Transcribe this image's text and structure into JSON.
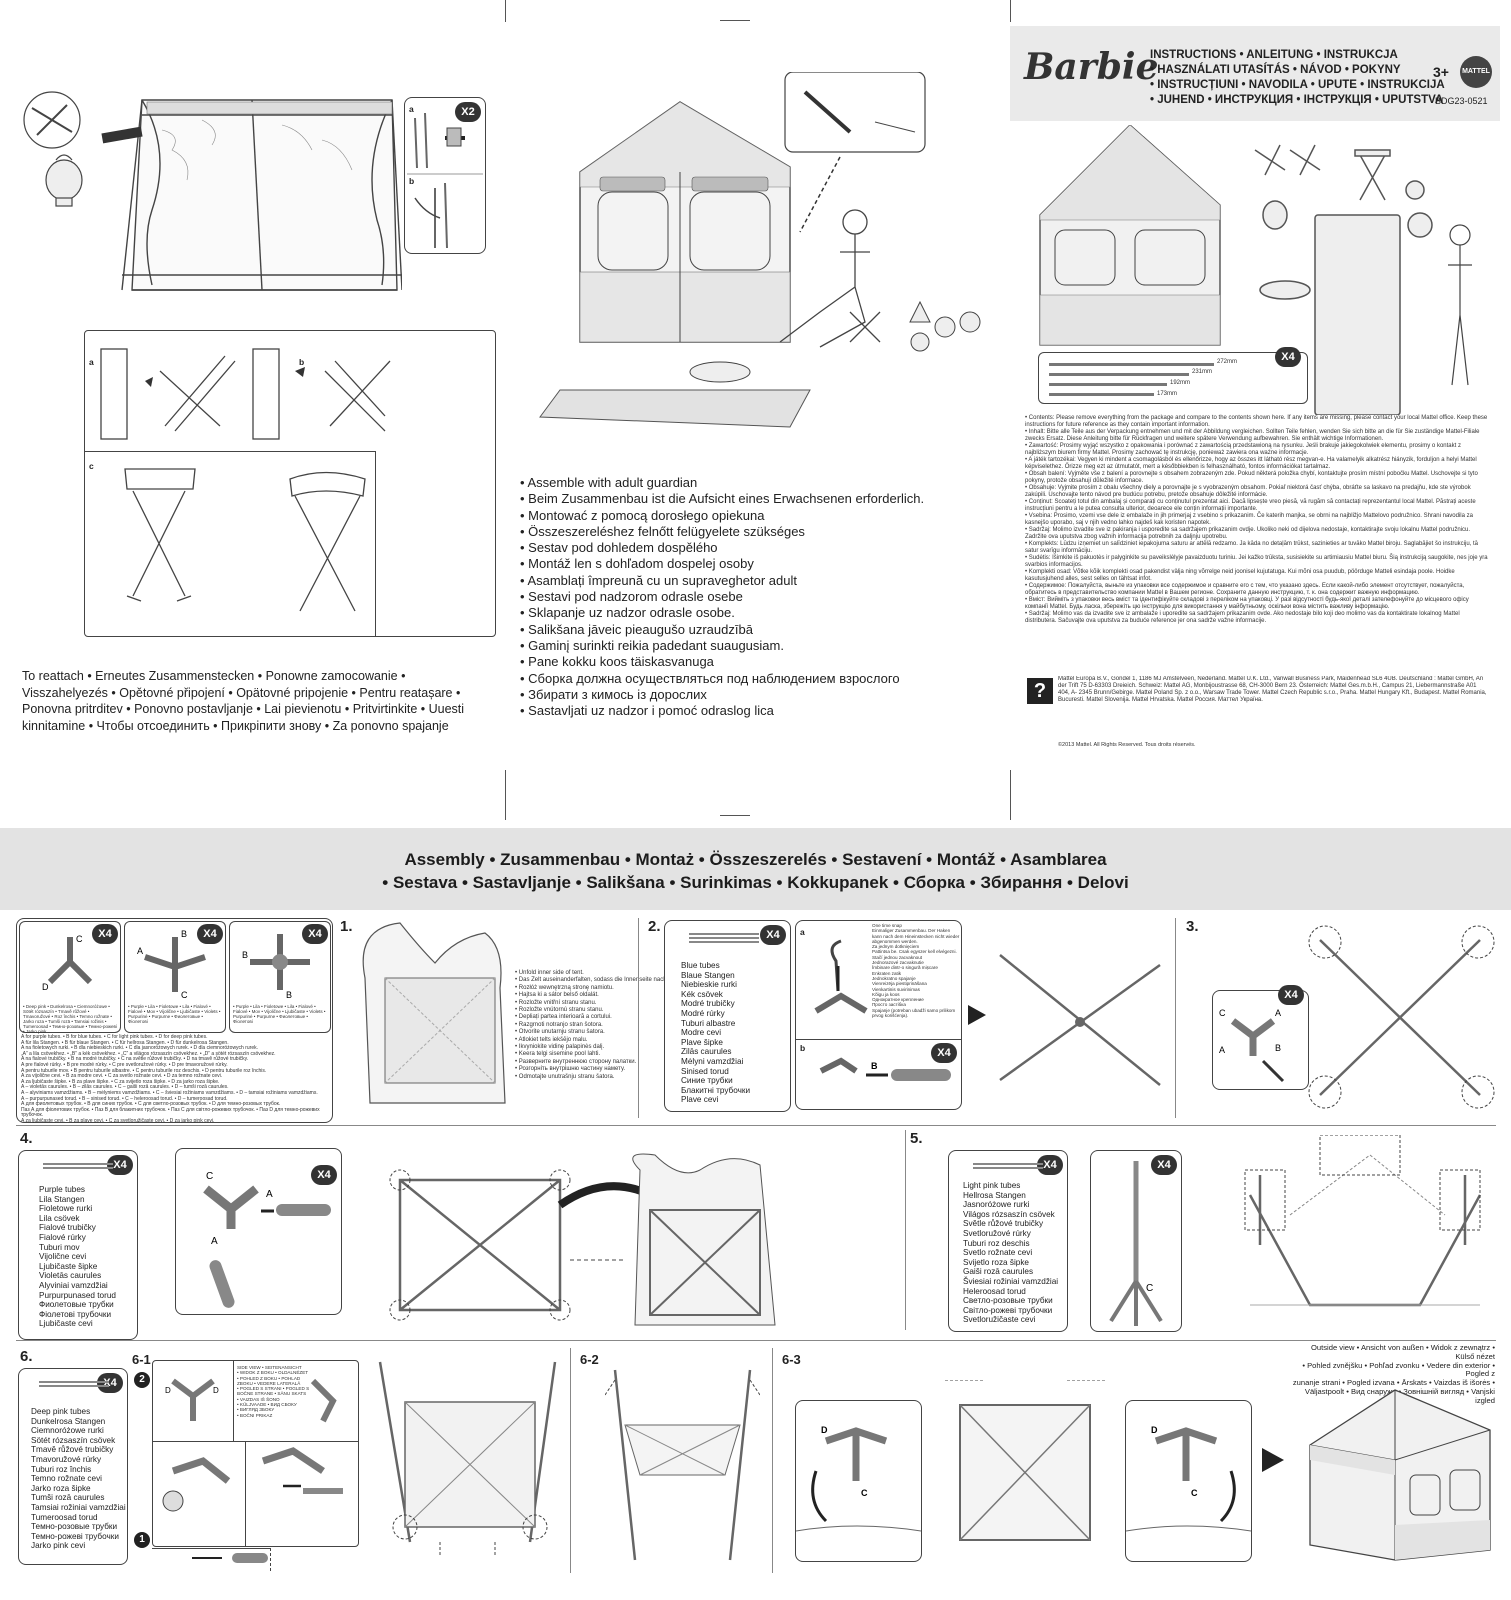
{
  "brand": {
    "logo_text": "Barbie",
    "age": "3+",
    "maker_logo": "MATTEL",
    "product_code": "BDG23-0521"
  },
  "header": {
    "lines": [
      "INSTRUCTIONS • ANLEITUNG • INSTRUKCJA",
      "• HASZNÁLATI UTASÍTÁS • NÁVOD • POKYNY",
      "• INSTRUCȚIUNI • NAVODILA • UPUTE • INSTRUKCIJA",
      "• JUHEND • ИНСТРУКЦИЯ • ІНСТРУКЦІЯ • UPUTSTVA"
    ]
  },
  "badges": {
    "x2": "X2",
    "x4": "X4"
  },
  "reattach": {
    "steps": [
      "a",
      "b",
      "c"
    ],
    "text": "To reattach • Erneutes Zusammenstecken • Ponowne zamocowanie • Visszahelyezés • Opětovné připojení • Opätovné pripojenie • Pentru reatașare • Ponovna pritrditev • Ponovno postavljanje • Lai pievienotu • Pritvirtinkite • Uuesti kinnitamine • Чтобы отсоединить • Прикріпити знову • Za ponovno spajanje"
  },
  "guardian": [
    "Assemble with adult guardian",
    "Beim Zusammenbau ist die Aufsicht eines Erwachsenen erforderlich.",
    "Montować z pomocą dorosłego opiekuna",
    "Összeszereléshez felnőtt felügyelete szükséges",
    "Sestav pod dohledem dospělého",
    "Montáž len s dohľadom dospelej osoby",
    "Asamblați împreună cu un supraveghetor adult",
    "Sestavi pod nadzorom odrasle osebe",
    "Sklapanje uz nadzor odrasle osobe.",
    "Salikšana jāveic pieaugušo uzraudzībā",
    "Gaminį surinkti reikia padedant suaugusiam.",
    "Pane kokku koos täiskasvanuga",
    "Сборка должна осуществляться под наблюдением взрослого",
    "Збирати з кимось із дорослих",
    "Sastavljati uz nadzor i pomoć odraslog lica"
  ],
  "tubes": {
    "lengths": [
      "272mm",
      "231mm",
      "192mm",
      "173mm"
    ]
  },
  "legal": {
    "paragraphs": [
      "• Contents: Please remove everything from the package and compare to the contents shown here. If any items are missing, please contact your local Mattel office. Keep these instructions for future reference as they contain important information.",
      "• Inhalt: Bitte alle Teile aus der Verpackung entnehmen und mit der Abbildung vergleichen. Sollten Teile fehlen, wenden Sie sich bitte an die für Sie zuständige Mattel-Filiale zwecks Ersatz. Diese Anleitung bitte für Rückfragen und weitere spätere Verwendung aufbewahren. Sie enthält wichtige Informationen.",
      "• Zawartość: Prosimy wyjąć wszystko z opakowania i porównać z zawartością przedstawioną na rysunku. Jeśli brakuje jakiegokolwiek elementu, prosimy o kontakt z najbliższym biurem firmy Mattel. Prosimy zachować tę instrukcję, ponieważ zawiera ona ważne informacje.",
      "• A játék tartozékai: Vegyen ki mindent a csomagolásból és ellenőrizze, hogy az összes itt látható rész megvan-e. Ha valamelyik alkatrész hiányzik, forduljon a helyi Mattel képviselethez. Őrizze meg ezt az útmutatót, mert a későbbiekben is felhasználható, fontos információkat tartalmaz.",
      "• Obsah balení: Vyjměte vše z balení a porovnejte s obsahem zobrazeným zde. Pokud některá položka chybí, kontaktujte prosím místní pobočku Mattel. Uschovejte si tyto pokyny, protože obsahují důležité informace.",
      "• Obsahuje: Vyjmite prosím z obalu všechny diely a porovnajte je s vyobrazeným obsahom. Pokiaľ niektorá časť chýba, obráťte sa laskavo na predajňu, kde ste výrobok zakúpili. Uschovajte tento návod pre budúcu potrebu, pretože obsahuje dôležité informácie.",
      "• Conținut: Scoateți totul din ambalaj și comparați cu conținutul prezentat aici. Dacă lipsește vreo piesă, vă rugăm să contactați reprezentantul local Mattel. Păstrați aceste instrucțiuni pentru a le putea consulta ulterior, deoarece ele conțin informații importante.",
      "• Vsebina: Prosimo, vzemi vse dele iz embalaže in jih primerjaj z vsebino s prikazanim. Če katerih manjka, se obrni na najbližjo Mattelovo podružnico. Shrani navodila za kasnejšo uporabo, saj v njih vedno lahko najdeš kak koristen napotek.",
      "• Sadržaj: Molimo izvadite sve iz pakiranja i usporedite sa sadržajem prikazanim ovdje. Ukoliko neki od dijelova nedostaje, kontaktirajte svoju lokalnu Mattel podružnicu. Zadržite ova uputstva zbog važnih informacija potrebnih za daljnju upotrebu.",
      "• Komplekts: Lūdzu izņemiet un salīdziniet iepakojuma saturu ar attēlā redzamo. Ja kāda no detaļām trūkst, sazinieties ar tuvāko Mattel biroju. Saglabājiet šo instrukciju, tā satur svarīgu informāciju.",
      "• Sudėtis: Išimkite iš pakuotės ir palyginkite su paveikslėlyje pavaizduotu turiniu. Jei kažko trūksta, susisiekite su artimiausiu Mattel biuru. Šią instrukciją saugokite, nes joje yra svarbios informacijos.",
      "• Komplekti osad: Võtke kõik komplekti osad pakendist välja ning võrrelge neid joonisel kujutatuga. Kui mõni osa puudub, pöörduge Matteli esindaja poole. Hoidke kasutusjuhend alles, sest selles on tähtsat infot.",
      "• Содержимое: Пожалуйста, выньте из упаковки все содержимое и сравните его с тем, что указано здесь. Если какой-либо элемент отсутствует, пожалуйста, обратитесь в представительство компании Mattel в Вашем регионе. Сохраните данную инструкцию, т. к. она содержит важную информацию.",
      "• Вміст: Вийміть з упаковки весь вміст та ідентифікуйте складові з переліком на упаковці. У разі відсутності будь-якої деталі зателефонуйте до місцевого офісу компанії Mattel. Будь ласка, збережіть цю інструкцію для використання у майбутньому, оскільки вона містить важливу інформацію.",
      "• Sadržaj: Molimo vas da izvadite sve iz ambalaže i uporedite sa sadržajem prikazanim ovde. Ako nedostaje bilo koji deo molimo vas da kontaktirate lokalnog Mattel distributera. Sačuvajte ova uputstva za buduće reference jer ona sadrže važne informacije."
    ],
    "address": "Mattel Europa B.V., Gondel 1, 1186 MJ Amstelveen, Nederland. Mattel U.K. Ltd., Vanwall Business Park, Maidenhead SL6 4UB. Deutschland : Mattel GmbH, An der Trift 75 D-63303 Dreieich. Schweiz: Mattel AG, Monbijoustrasse 68, CH-3000 Bern 23. Österreich: Mattel Ges.m.b.H., Campus 21, Liebermannstraße A01 404, A- 2345 Brunn/Gebirge. Mattel Poland Sp. z o.o., Warsaw Trade Tower. Mattel Czech Republic s.r.o., Praha. Mattel Hungary Kft., Budapest. Mattel Romania, Bucuresti. Mattel Slovenija. Mattel Hrvatska. Мattel Россия. Маттел Україна.",
    "copyright": "©2013 Mattel. All Rights Reserved. Tous droits réservés."
  },
  "banner": {
    "line1": "Assembly • Zusammenbau • Montaż • Összeszerelés • Sestavení • Montáž • Asamblarea",
    "line2": "• Sestava • Sastavljanje • Salikšana • Surinkimas • Kokkupanek • Сборка • Збирання • Delovi"
  },
  "connectors": {
    "deep_pink": "• Deep pink • Dunkelrosa • Ciemnoróżowe • Sötét rózsaszín • Tmavě růžové • Tmavoružové • Roz închis • Temno rožnate • Jarko roza • Tumši rozā • Tamsiai rožinis • Tumeroosad • Темно-розовые • Темно-рожеві • Jarko pink",
    "purple_blue": "• Purple • Lila • Fioletowe • Lila • Fialové • Fialové • Mov • Vijolične • Ljubičaste • Violets • Purpurinė • Purpurne • Фиолетовые • Фіолетові",
    "pink_light": "• Purple • Lila • Fioletowe • Lila • Fialové • Fialové • Mov • Vijolične • Ljubičaste • Violets • Purpurinė • Purpurne • Фиолетовые • Фіолетові",
    "legend": [
      "A for purple tubes. • B for blue tubes. • C for light pink tubes. • D for deep pink tubes.",
      "A für lila Stangen. • B für blaue Stangen. • C für hellrosa Stangen. • D für dunkelrosa Stangen.",
      "A na fioletowych rurki. • B dla niebieskich rurki. • C dla jasnoróżowych rurek. • D dla ciemnoróżowych rurek.",
      "„A” a lila csövekhez. • „B” a kék csövekhez. • „C” a világos rózsaszín csövekhez. • „D” a sötét rózsaszín csövekhez.",
      "A na fialové trubičky. • B na modré trubičky. • C na světle růžové trubičky. • D na tmavě růžové trubičky.",
      "A pre fialové rúrky. • B pre modré rúrky. • C pre svetloružové rúrky. • D pre tmavoružové rúrky.",
      "A pentru tuburile mov. • B pentru tuburile albastre. • C pentru tuburile roz deschis. • D pentru tuburile roz închis.",
      "A za vijolične cevi. • B za modre cevi. • C za svetlo rožnate cevi. • D za temno rožnate cevi.",
      "A za ljubičaste šipke. • B za plave šipke. • C za svijetlo roza šipke. • D za jarko roza šipke.",
      "A – violetās caurules. • B – zilās caurules. • C – gaiši rozā caurules. • D – tumši rozā caurules.",
      "A – alyviniams vamzdžiams. • B – mėlyniems vamzdžiams. • C – šviesiai rožiniams vamzdžiams. • D – tamsiai rožiniams vamzdžiams.",
      "A – purpurpunased torud. • B – sinised torud. • C – heleroosad torud. • D – tumeroosad torud.",
      "А для фиолетовых трубок. • В для синих трубок. • С для светло-розовых трубок. • D для темно-розовых трубок.",
      "Паз А для фіолетових трубок. • Паз В для блакитних трубочок. • Паз С для світло-рожевих трубочок. • Паз D для темно-рожевих трубочок.",
      "A za ljubičaste cevi. • B za plave cevi. • C za svetloružičaste cevi. • D za jarko pink cevi."
    ]
  },
  "steps": {
    "s1": {
      "num": "1.",
      "items": [
        "Unfold inner side of tent.",
        "Das Zelt auseinanderfalten, sodass die Innenseite nach oben zeigt.",
        "Rozłóż wewnętrzną stronę namiotu.",
        "Hajtsa ki a sátor belső oldalát.",
        "Rozložte vnitřní stranu stanu.",
        "Rozložte vnútornú stranu stanu.",
        "Depliați partea interioară a cortului.",
        "Razgrnoti notranjo stran šotora.",
        "Otvorite unutarnju stranu šatora.",
        "Atlokiet telts iekšējo malu.",
        "Ikvyniokite vidinę palapinės dalį.",
        "Keera telgi sisemine pool lahti.",
        "Разверните внутреннюю сторону палатки.",
        "Розгорніть внутрішню частину намету.",
        "Odmotajte unutrašnju stranu šatora."
      ]
    },
    "s2": {
      "num": "2.",
      "tube_list": [
        "Blue tubes",
        "Blaue Stangen",
        "Niebieskie rurki",
        "Kék csövek",
        "Modré trubičky",
        "Modré rúrky",
        "Tuburi albastre",
        "Modre cevi",
        "Plave šipke",
        "Zilās caurules",
        "Mėlyni vamzdžiai",
        "Sinised torud",
        "Синие трубки",
        "Блакитні трубочки",
        "Plave cevi"
      ],
      "snap": [
        "One time snap",
        "Einmaliger Zusammenbau. Der Haken kann nach dem Hineinstecken nicht wieder abgenommen werden.",
        "Za jednym dotknięciem",
        "Pattintsa be. Csak egyszer kell elvégezni.",
        "Stačí jednou zacvaknout",
        "Jednorazové zacvaknutie",
        "Îmbinare dintr-o singură mișcare",
        "Enkraten zatik",
        "Jednokratno spajanje",
        "Vienreizēja piestiprināšana",
        "Vienkartinis suvirinimas",
        "Kõigu ja koos",
        "Однократное крепление",
        "Просто застібка",
        "Spajanje (potreban ubadži samo prilikom prvog korišćenja)."
      ]
    },
    "s3": {
      "num": "3."
    },
    "s4": {
      "num": "4.",
      "tube_list": [
        "Purple tubes",
        "Lila Stangen",
        "Fioletowe rurki",
        "Lila csövek",
        "Fialové trubičky",
        "Fialové rúrky",
        "Tuburi mov",
        "Vijolične cevi",
        "Ljubičaste šipke",
        "Violetās caurules",
        "Alyviniai vamzdžiai",
        "Purpurpunased torud",
        "Фиолетовые трубки",
        "Фіолетові трубочки",
        "Ljubičaste cevi"
      ]
    },
    "s5": {
      "num": "5.",
      "tube_list": [
        "Light pink tubes",
        "Hellrosa Stangen",
        "Jasnoróżowe rurki",
        "Világos rózsaszín csövek",
        "Světle růžové trubičky",
        "Svetloružové rúrky",
        "Tuburi roz deschis",
        "Svetlo rožnate cevi",
        "Svijetlo roza šipke",
        "Gaiši rozā caurules",
        "Šviesiai rožiniai vamzdžiai",
        "Heleroosad torud",
        "Светло-розовые трубки",
        "Світло-рожеві трубочки",
        "Svetloružičaste cevi"
      ]
    },
    "s6": {
      "num": "6.",
      "sub": [
        "6-1",
        "6-2",
        "6-3"
      ],
      "tube_list": [
        "Deep pink tubes",
        "Dunkelrosa Stangen",
        "Ciemnoróżowe rurki",
        "Sötét rózsaszín csövek",
        "Tmavě růžové trubičky",
        "Tmavoružové rúrky",
        "Tuburi roz închis",
        "Temno rožnate cevi",
        "Jarko roza šipke",
        "Tumši rozā caurules",
        "Tamsiai rožiniai vamzdžiai",
        "Tumeroosad torud",
        "Темно-розовые трубки",
        "Темно-рожеві трубочки",
        "Jarko pink cevi"
      ],
      "side_list": [
        "SIDE VIEW • SEITENANSICHT",
        "• WIDOK Z BOKU • OLDALNÉZET",
        "• POHLED Z BOKU • POHLAD",
        "ZBOKU • VEDERE LATERALĂ",
        "• POGLED S STRANI • POGLED S",
        "BOČNE STRANE • SĀNU SKATS",
        "• VAIZDAS IŠ ŠONO",
        "• KÜLJVAADE • ВИД СБОКУ",
        "• ВИГЛЯД ЗБОКУ",
        "• BOČNI PRIKAZ"
      ],
      "labels": [
        "D",
        "C"
      ],
      "outside": [
        "Outside view • Ansicht von außen • Widok z zewnątrz • Külső nézet",
        "• Pohled zvnějšku • Pohľad zvonku • Vedere din exterior • Pogled z",
        "zunanje strani • Pogled izvana • Ārskats • Vaizdas iš išorės •",
        "Väljastpoolt • Вид снаружи • Зовнішній вигляд • Vanjski izgled"
      ]
    }
  }
}
